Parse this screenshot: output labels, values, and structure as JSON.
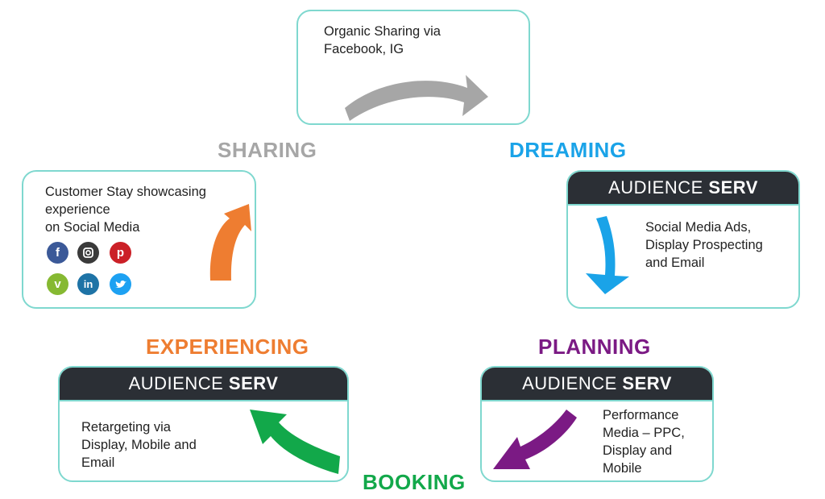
{
  "stages": {
    "sharing": "SHARING",
    "dreaming": "DREAMING",
    "planning": "PLANNING",
    "booking": "BOOKING",
    "experiencing": "EXPERIENCING"
  },
  "colors": {
    "sharing": "#a6a6a6",
    "dreaming": "#1aa3e8",
    "planning": "#7b1a84",
    "booking": "#12a84a",
    "experiencing": "#ee7d31",
    "border": "#7fd8cf",
    "header_bg": "#2b2f35"
  },
  "brand": {
    "light": "AUDIENCE ",
    "bold": "SERV"
  },
  "boxes": {
    "organic": {
      "text": "Organic Sharing via\nFacebook, IG"
    },
    "dreaming": {
      "text": "Social Media Ads,\nDisplay Prospecting\nand Email"
    },
    "planning": {
      "text": "Performance\nMedia – PPC,\nDisplay and\nMobile"
    },
    "experiencing": {
      "text": "Retargeting via\nDisplay, Mobile and\nEmail"
    },
    "customer": {
      "text": "Customer Stay showcasing\nexperience\non Social Media"
    }
  },
  "social_icons": [
    "facebook-icon",
    "instagram-icon",
    "pinterest-icon",
    "vimeo-icon",
    "linkedin-icon",
    "twitter-icon"
  ]
}
